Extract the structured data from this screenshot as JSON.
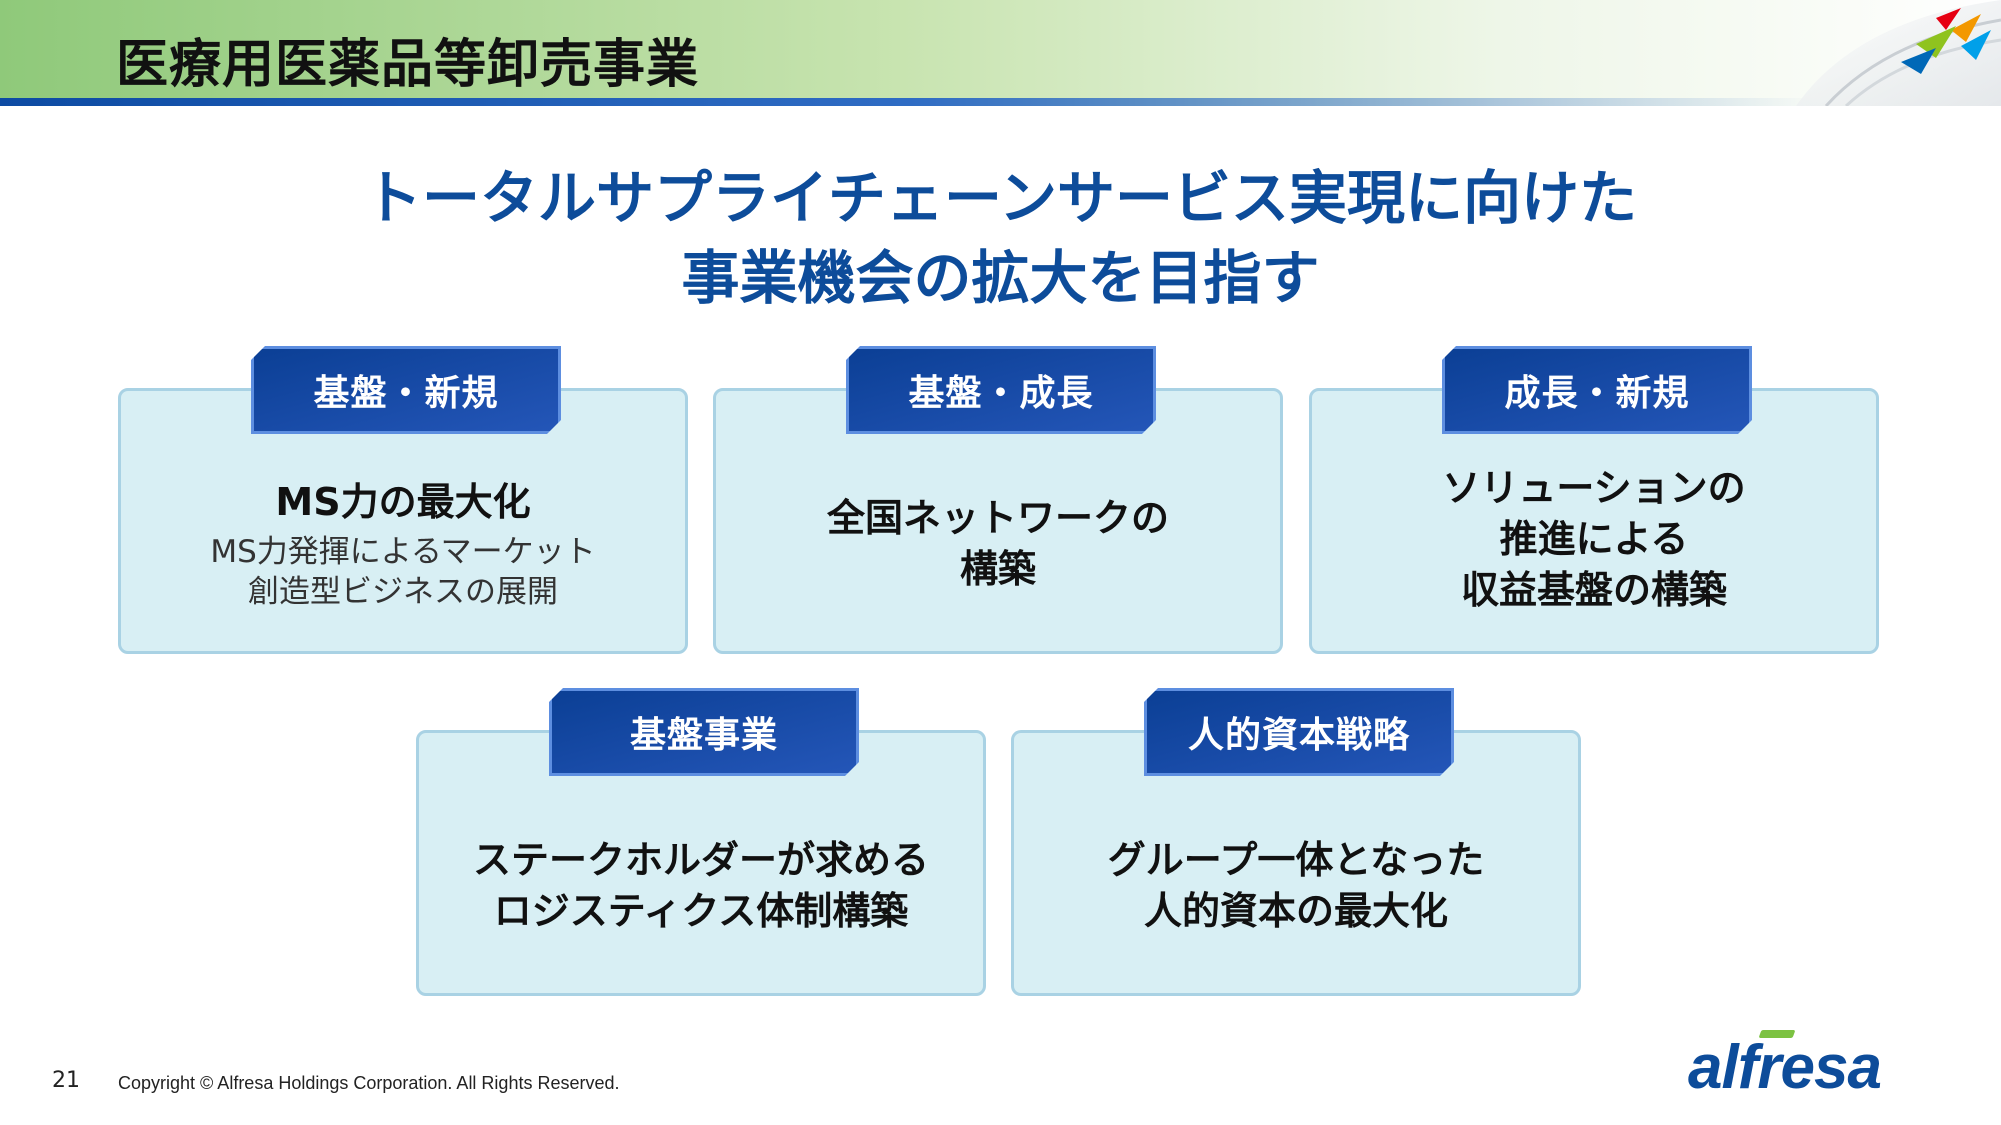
{
  "header": {
    "title": "医療用医薬品等卸売事業"
  },
  "main_heading": {
    "line1": "トータルサプライチェーンサービス実現に向けた",
    "line2": "事業機会の拡大を目指す"
  },
  "cards": [
    {
      "tag": "基盤・新規",
      "headline": [
        "MS力の最大化"
      ],
      "sub": [
        "MS力発揮によるマーケット",
        "創造型ビジネスの展開"
      ]
    },
    {
      "tag": "基盤・成長",
      "headline": [
        "全国ネットワークの",
        "構築"
      ]
    },
    {
      "tag": "成長・新規",
      "headline": [
        "ソリューションの",
        "推進による",
        "収益基盤の構築"
      ]
    },
    {
      "tag": "基盤事業",
      "headline": [
        "ステークホルダーが求める",
        "ロジスティクス体制構築"
      ]
    },
    {
      "tag": "人的資本戦略",
      "headline": [
        "グループ一体となった",
        "人的資本の最大化"
      ]
    }
  ],
  "footer": {
    "page_number": "21",
    "copyright": "Copyright © Alfresa Holdings Corporation. All Rights Reserved.",
    "brand": "alfresa"
  },
  "colors": {
    "accent": "#0d4c9a",
    "card_bg": "#d8eff4",
    "tag_bg": "#0b3f95",
    "header_green": "#8fc97a"
  },
  "icons": {
    "header_logo": "colorful-swoosh-logo-icon",
    "brand_logo": "alfresa-logo"
  }
}
